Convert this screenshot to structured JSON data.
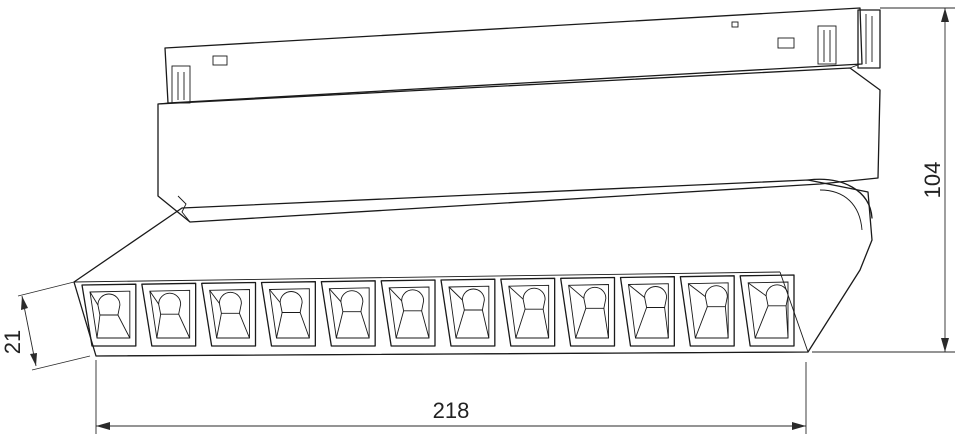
{
  "dimensions": {
    "width_label": "218",
    "height_label": "104",
    "depth_label": "21"
  },
  "colors": {
    "line": "#1a1a1a",
    "background": "#ffffff"
  },
  "module_count": 12
}
